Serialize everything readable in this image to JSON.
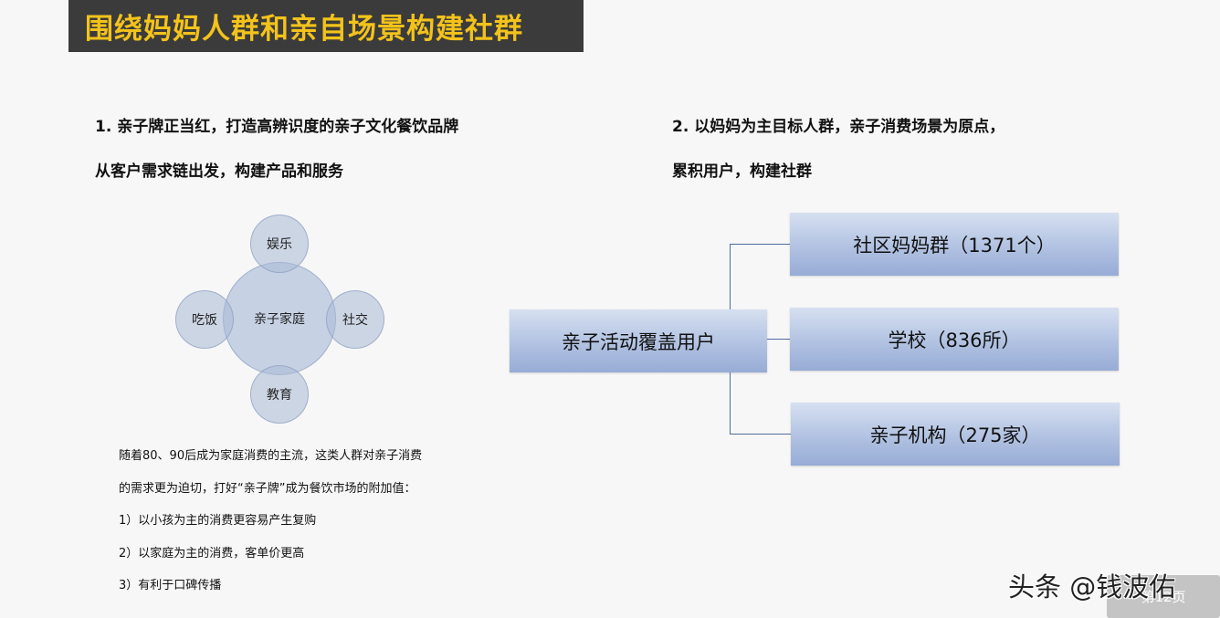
{
  "title": "围绕妈妈人群和亲自场景构建社群",
  "left": {
    "heading_line1": "1. 亲子牌正当红，打造高辨识度的亲子文化餐饮品牌",
    "heading_line2": "从客户需求链出发，构建产品和服务",
    "venn": {
      "center": "亲子家庭",
      "top": "娱乐",
      "left": "吃饭",
      "right": "社交",
      "bottom": "教育"
    },
    "paragraph_line1": "随着80、90后成为家庭消费的主流，这类人群对亲子消费",
    "paragraph_line2": "的需求更为迫切，打好“亲子牌”成为餐饮市场的附加值：",
    "points": [
      "1）以小孩为主的消费更容易产生复购",
      "2）以家庭为主的消费，客单价更高",
      "3）有利于口碑传播"
    ]
  },
  "right": {
    "heading_line1": "2. 以妈妈为主目标人群，亲子消费场景为原点，",
    "heading_line2": "累积用户，构建社群",
    "tree": {
      "root": "亲子活动覆盖用户",
      "children": [
        "社区妈妈群（1371个）",
        "学校（836所）",
        "亲子机构（275家）"
      ]
    }
  },
  "watermark": "头条 @钱波佑",
  "page_tag": "第12页",
  "colors": {
    "title_bg": "#3b3b3b",
    "title_text": "#f3c31b",
    "box_fill": "#aebfe0",
    "connector": "#4e6d9c"
  }
}
